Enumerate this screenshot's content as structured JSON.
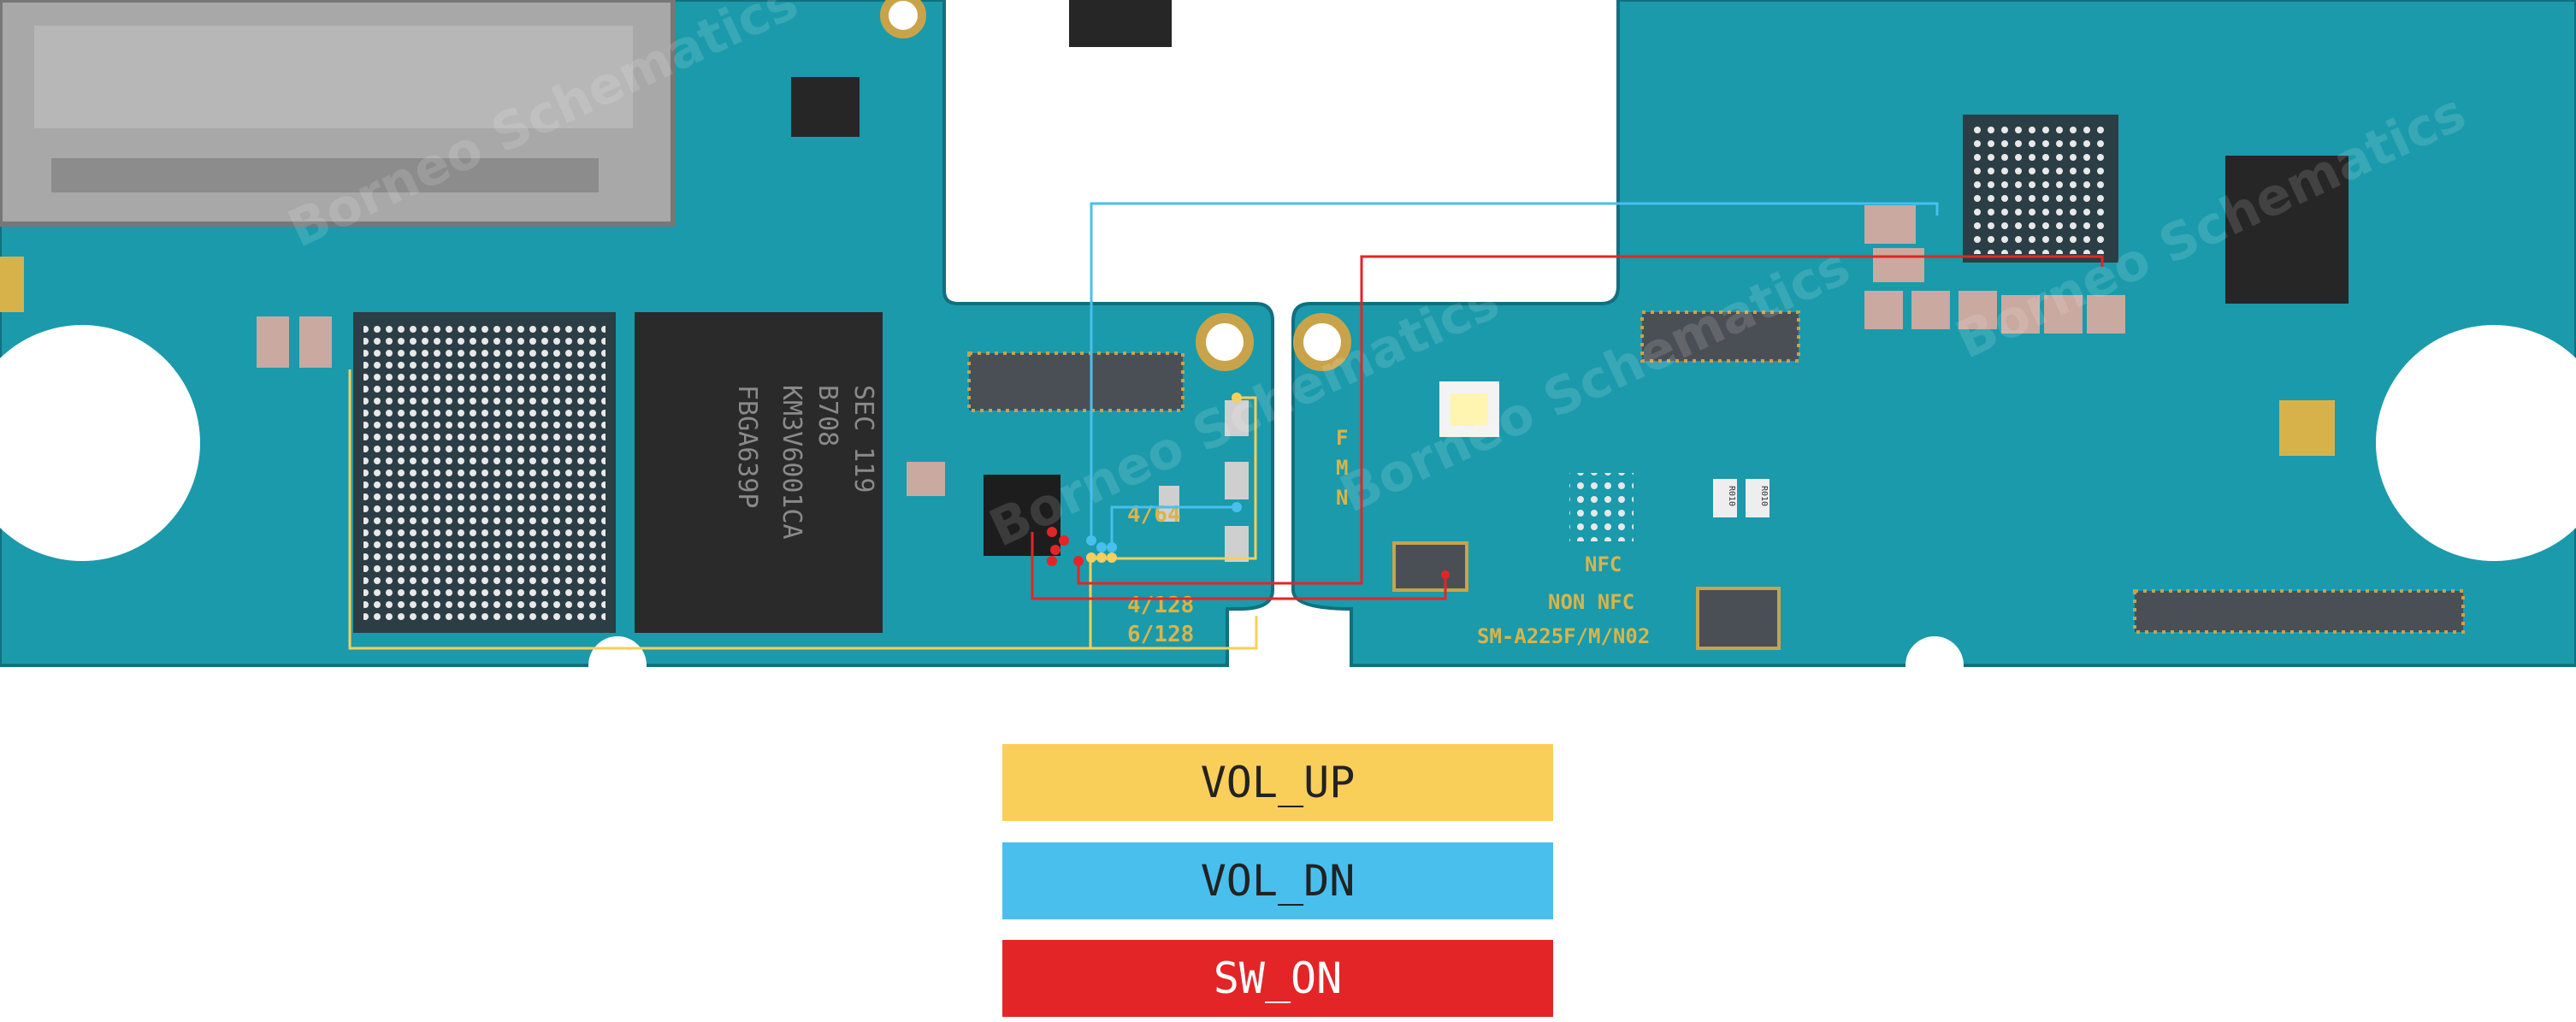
{
  "legend": [
    {
      "label": "VOL_UP",
      "color": "#f9cf5a"
    },
    {
      "label": "VOL_DN",
      "color": "#49bfee"
    },
    {
      "label": "SW_ON",
      "color": "#e32527"
    }
  ],
  "board": {
    "model_label": "SM-A225F/M/N02",
    "nfc_label": "NFC",
    "non_nfc_label": "NON NFC",
    "fmn_label": [
      "F",
      "M",
      "N"
    ],
    "variant_labels": [
      "4/64",
      "4/128",
      "6/128"
    ],
    "memory_chip_lines": [
      "SEC 119",
      "B708",
      "KM3V6001CA",
      "FBGA639P"
    ],
    "resistor_labels": [
      "R010",
      "R010"
    ],
    "watermark": "Borneo Schematics",
    "pcb_color": "#1a9aab"
  }
}
